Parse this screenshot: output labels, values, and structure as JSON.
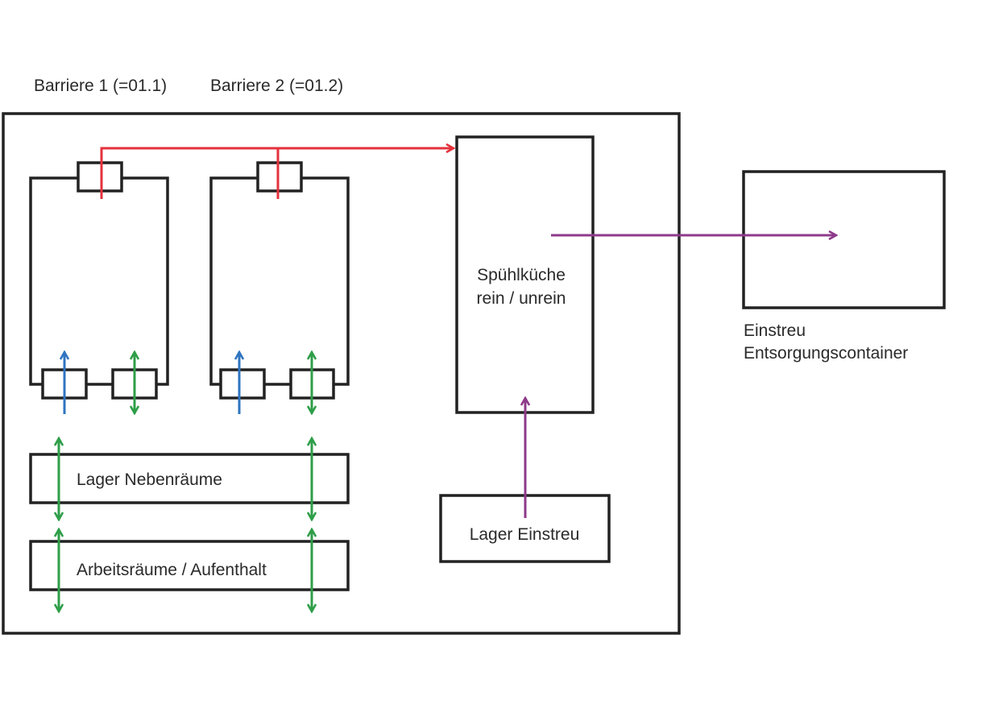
{
  "labels": {
    "barrier1": "Barriere 1 (=01.1)",
    "barrier2": "Barriere 2 (=01.2)",
    "kitchen_line1": "Spühlküche",
    "kitchen_line2": "rein / unrein",
    "storage_side": "Lager Nebenräume",
    "work_rooms": "Arbeitsräume / Aufenthalt",
    "storage_litter": "Lager Einstreu",
    "container_line1": "Einstreu",
    "container_line2": "Entsorgungscontainer"
  },
  "flows": {
    "dirty": {
      "color": "#e5323c"
    },
    "clean_in": {
      "color": "#2f74c0"
    },
    "personnel": {
      "color": "#2e9e48"
    },
    "litter": {
      "color": "#8e3a8a"
    }
  },
  "outline_color": "#222222"
}
